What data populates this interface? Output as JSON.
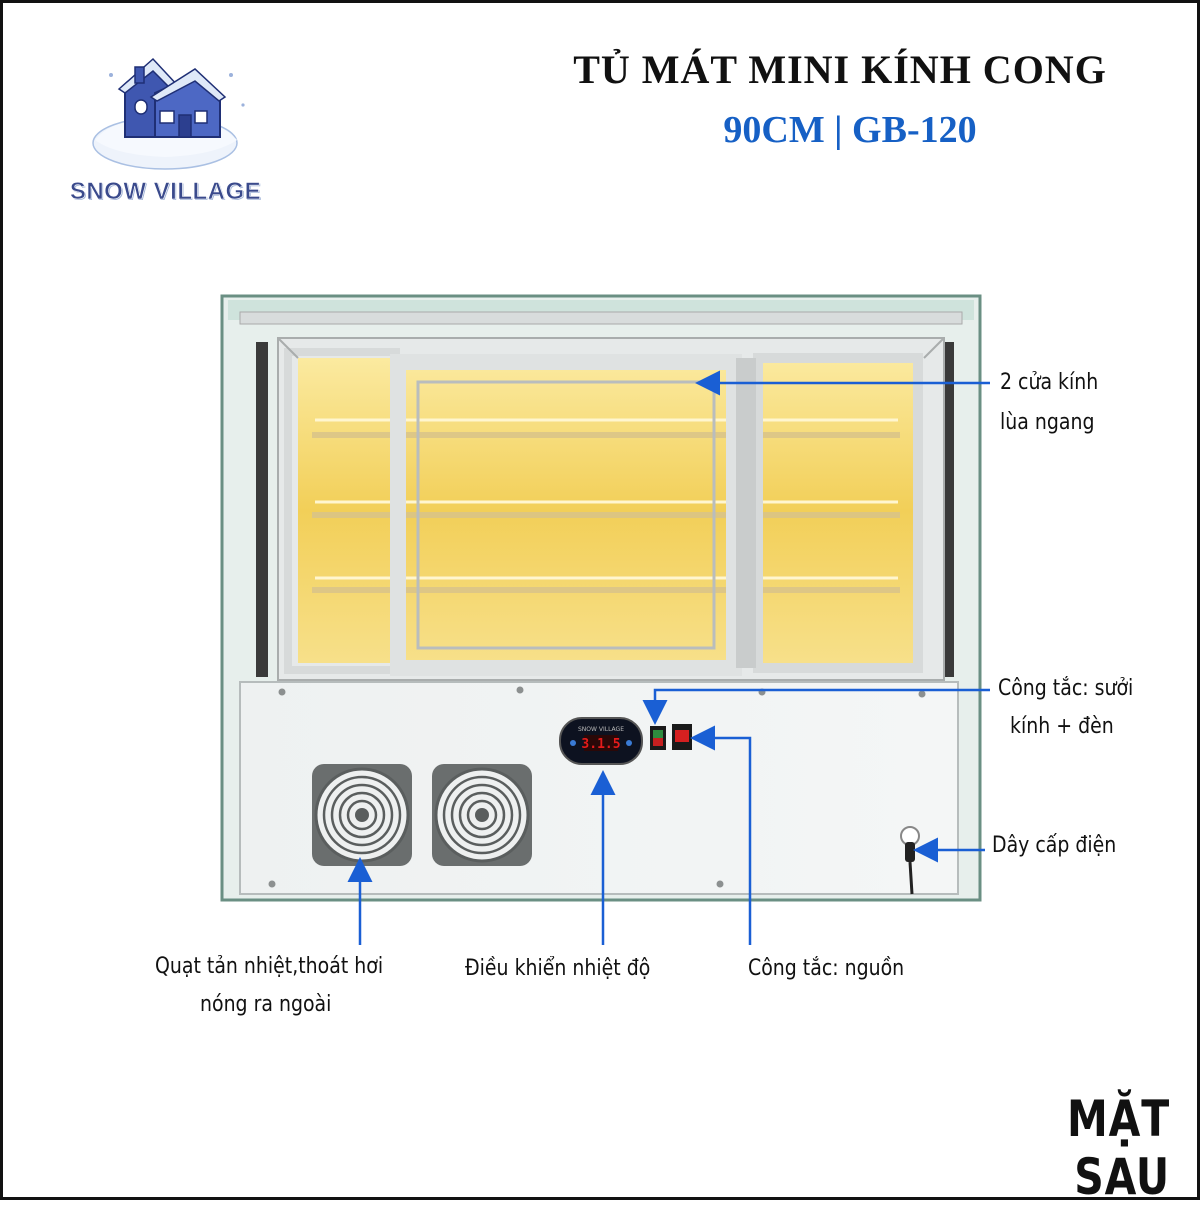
{
  "header": {
    "title": "TỦ MÁT MINI KÍNH CONG",
    "subtitle": "90CM | GB-120"
  },
  "brand": {
    "name": "SNOW VILLAGE",
    "controller_brand": "SNOW VILLAGE"
  },
  "controller": {
    "display_value": "3.1.5",
    "display_color": "#e41b1b"
  },
  "callouts": {
    "sliding_doors": [
      "2 cửa kính",
      "lùa ngang"
    ],
    "heater_switch": [
      "Công tắc: sưởi",
      "kính + đèn"
    ],
    "power_cable": "Dây cấp điện",
    "fans": [
      "Quạt tản nhiệt,thoát hơi",
      "nóng ra ngoài"
    ],
    "temp_control": "Điều khiển nhiệt độ",
    "power_switch": "Công tắc: nguồn"
  },
  "footer": {
    "view_label": "MẶT SAU"
  },
  "colors": {
    "accent": "#1660c5",
    "arrow": "#1a5fd4",
    "glass_edge": "#b9d7cc",
    "interior_light": "#f4d86a"
  },
  "icons": [
    "house-logo-icon",
    "fan-grille-icon",
    "arrow-icon",
    "power-plug-icon"
  ]
}
